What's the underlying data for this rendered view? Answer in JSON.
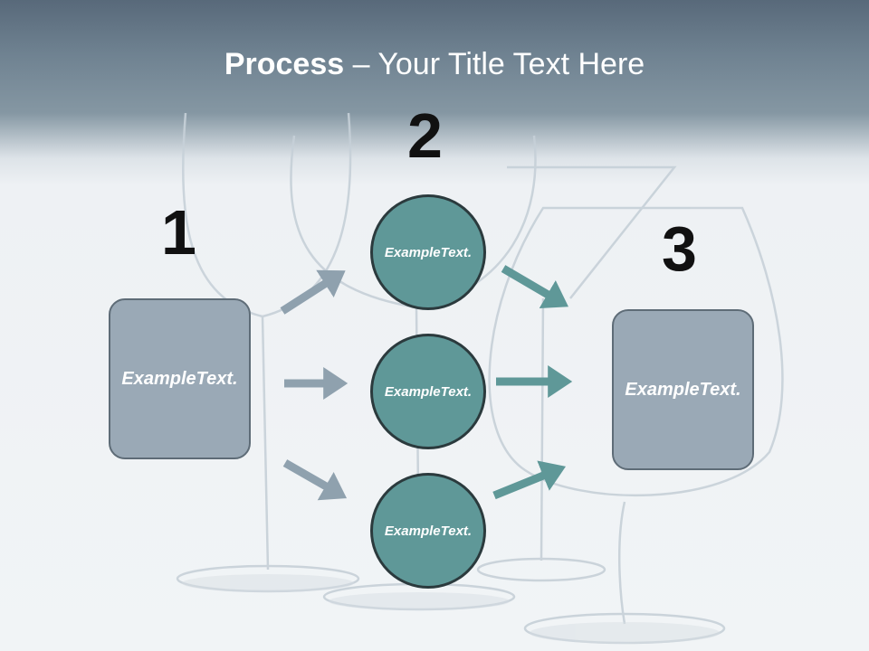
{
  "title": {
    "bold": "Process",
    "rest": " – Your Title Text Here"
  },
  "steps": {
    "one": "1",
    "two": "2",
    "three": "3"
  },
  "boxes": {
    "left": "Example Text.",
    "right": "Example Text."
  },
  "circles": {
    "top": "Example Text.",
    "middle": "Example Text.",
    "bottom": "Example Text."
  },
  "colors": {
    "box": "#9aa9b6",
    "circle": "#5f9898",
    "arrow_gray": "#8fa1ae",
    "arrow_teal": "#5f9898"
  }
}
